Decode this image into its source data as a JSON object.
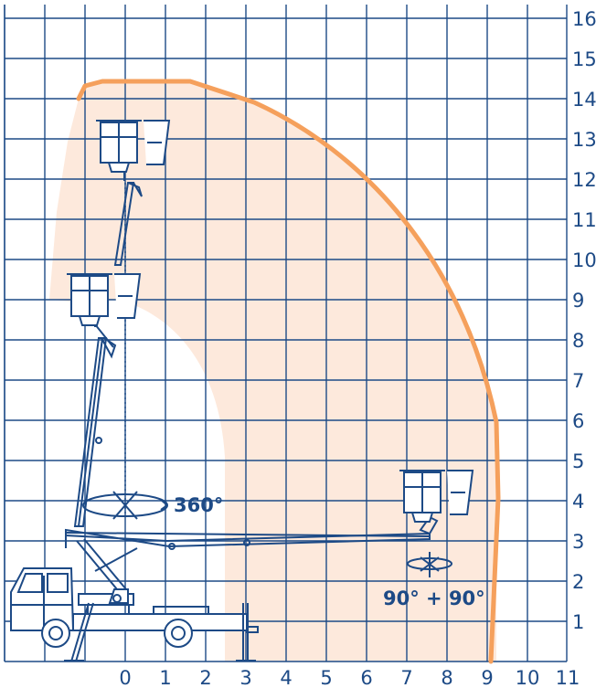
{
  "colors": {
    "grid": "#1d4a86",
    "envelope_fill": "#fde9dc",
    "envelope_outline": "#f5a05c",
    "machine": "#1d4a86"
  },
  "x_ticks": [
    "0",
    "1",
    "2",
    "3",
    "4",
    "5",
    "6",
    "7",
    "8",
    "9",
    "10",
    "11"
  ],
  "y_ticks": [
    "1",
    "2",
    "3",
    "4",
    "5",
    "6",
    "7",
    "8",
    "9",
    "10",
    "11",
    "12",
    "13",
    "14",
    "15",
    "16"
  ],
  "annotations": {
    "turret_rotation": "360°",
    "basket_rotation": "90° + 90°"
  },
  "chart_data": {
    "type": "diagram",
    "title": "",
    "xlabel": "",
    "ylabel": "",
    "xlim": [
      -3,
      11
    ],
    "ylim": [
      0,
      16
    ],
    "grid": true,
    "working_envelope": {
      "max_height": 14.3,
      "max_outreach": 9.2
    },
    "icons": [
      "truck-icon",
      "boom-icon",
      "basket-icon",
      "rotation-icon"
    ]
  }
}
